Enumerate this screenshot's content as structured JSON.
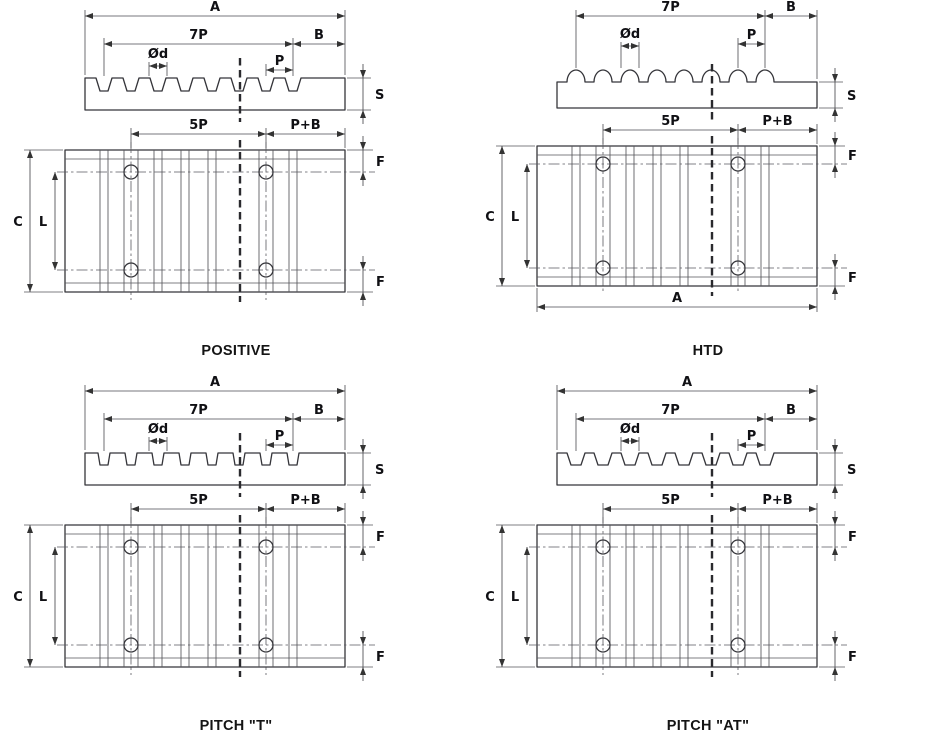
{
  "panels": [
    {
      "title": "POSITIVE",
      "dims": {
        "A": "A",
        "sevenP": "7P",
        "B": "B",
        "dia": "Ød",
        "P": "P",
        "S": "S",
        "fiveP": "5P",
        "PplusB": "P+B",
        "C": "C",
        "L": "L",
        "F_top": "F",
        "F_bottom": "F"
      }
    },
    {
      "title": "HTD",
      "dims": {
        "A": "A",
        "sevenP": "7P",
        "B": "B",
        "dia": "Ød",
        "P": "P",
        "S": "S",
        "fiveP": "5P",
        "PplusB": "P+B",
        "C": "C",
        "L": "L",
        "F_top": "F",
        "F_bottom": "F"
      }
    },
    {
      "title": "PITCH \"T\"",
      "dims": {
        "A": "A",
        "sevenP": "7P",
        "B": "B",
        "dia": "Ød",
        "P": "P",
        "S": "S",
        "fiveP": "5P",
        "PplusB": "P+B",
        "C": "C",
        "L": "L",
        "F_top": "F",
        "F_bottom": "F"
      }
    },
    {
      "title": "PITCH \"AT\"",
      "dims": {
        "A": "A",
        "sevenP": "7P",
        "B": "B",
        "dia": "Ød",
        "P": "P",
        "S": "S",
        "fiveP": "5P",
        "PplusB": "P+B",
        "C": "C",
        "L": "L",
        "F_top": "F",
        "F_bottom": "F"
      }
    }
  ],
  "drawing_colors": {
    "object_line": "#35353a",
    "dimension_line": "#4a4a50",
    "background": "#ffffff"
  }
}
